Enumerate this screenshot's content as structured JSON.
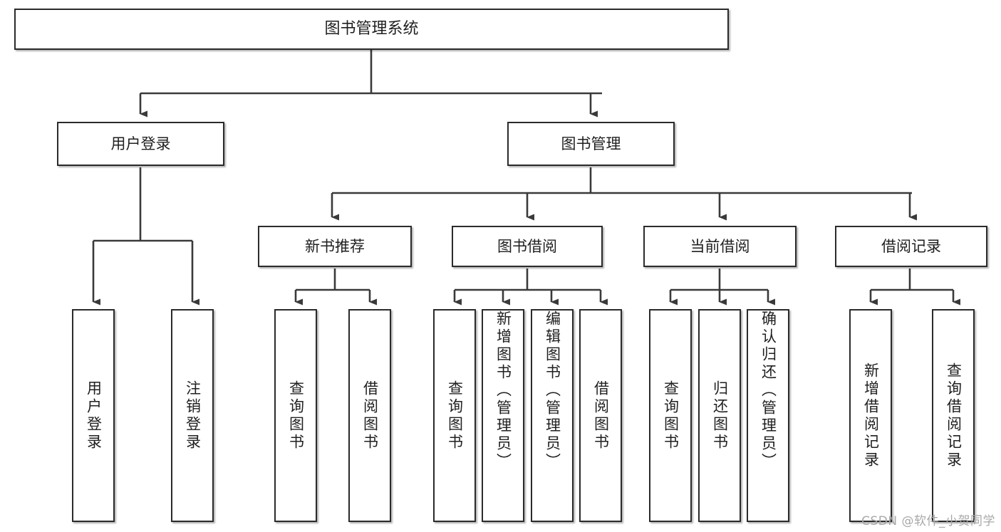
{
  "diagram": {
    "title": "图书管理系统",
    "type": "hierarchy-tree",
    "root": {
      "label": "图书管理系统"
    },
    "level2": [
      {
        "label": "用户登录"
      },
      {
        "label": "图书管理"
      }
    ],
    "level3": [
      {
        "label": "新书推荐"
      },
      {
        "label": "图书借阅"
      },
      {
        "label": "当前借阅"
      },
      {
        "label": "借阅记录"
      }
    ],
    "leaves": {
      "user_login": [
        {
          "label": "用户登录"
        },
        {
          "label": "注销登录"
        }
      ],
      "new_book_recommend": [
        {
          "label": "查询图书"
        },
        {
          "label": "借阅图书"
        }
      ],
      "book_borrow": [
        {
          "label": "查询图书"
        },
        {
          "label": "新增图书（管理员）"
        },
        {
          "label": "编辑图书（管理员）"
        },
        {
          "label": "借阅图书"
        }
      ],
      "current_borrow": [
        {
          "label": "查询图书"
        },
        {
          "label": "归还图书"
        },
        {
          "label": "确认归还（管理员）"
        }
      ],
      "borrow_record": [
        {
          "label": "新增借阅记录"
        },
        {
          "label": "查询借阅记录"
        }
      ]
    }
  },
  "watermark": {
    "text": "CSDN @软件_小贺同学"
  },
  "colors": {
    "box_border": "#2b2b2b",
    "box_fill": "#ffffff",
    "connector": "#3a3a3a",
    "text": "#1f1f1f",
    "watermark": "#a8a8a8"
  }
}
